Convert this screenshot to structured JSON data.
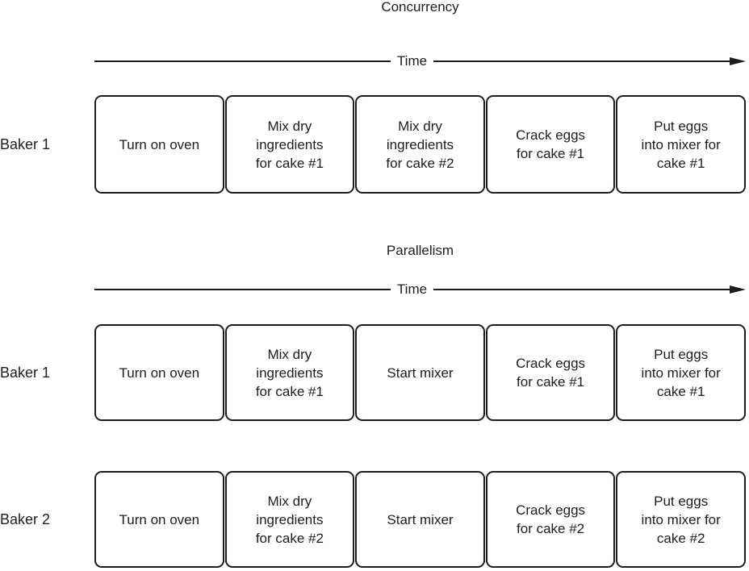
{
  "colors": {
    "ink": "#1d1d1b",
    "background": "#ffffff"
  },
  "sections": [
    {
      "id": "concurrency",
      "title": "Concurrency",
      "time_label": "Time",
      "rows": [
        {
          "label": "Baker 1",
          "tasks": [
            "Turn on oven",
            "Mix dry\ningredients\nfor cake #1",
            "Mix dry\ningredients\nfor cake #2",
            "Crack eggs\nfor cake #1",
            "Put eggs\ninto mixer for\ncake #1"
          ]
        }
      ]
    },
    {
      "id": "parallelism",
      "title": "Parallelism",
      "time_label": "Time",
      "rows": [
        {
          "label": "Baker 1",
          "tasks": [
            "Turn on oven",
            "Mix dry\ningredients\nfor cake #1",
            "Start mixer",
            "Crack eggs\nfor cake #1",
            "Put eggs\ninto mixer for\ncake #1"
          ]
        },
        {
          "label": "Baker 2",
          "tasks": [
            "Turn on oven",
            "Mix dry\ningredients\nfor cake #2",
            "Start mixer",
            "Crack eggs\nfor cake #2",
            "Put eggs\ninto mixer for\ncake #2"
          ]
        }
      ]
    }
  ]
}
